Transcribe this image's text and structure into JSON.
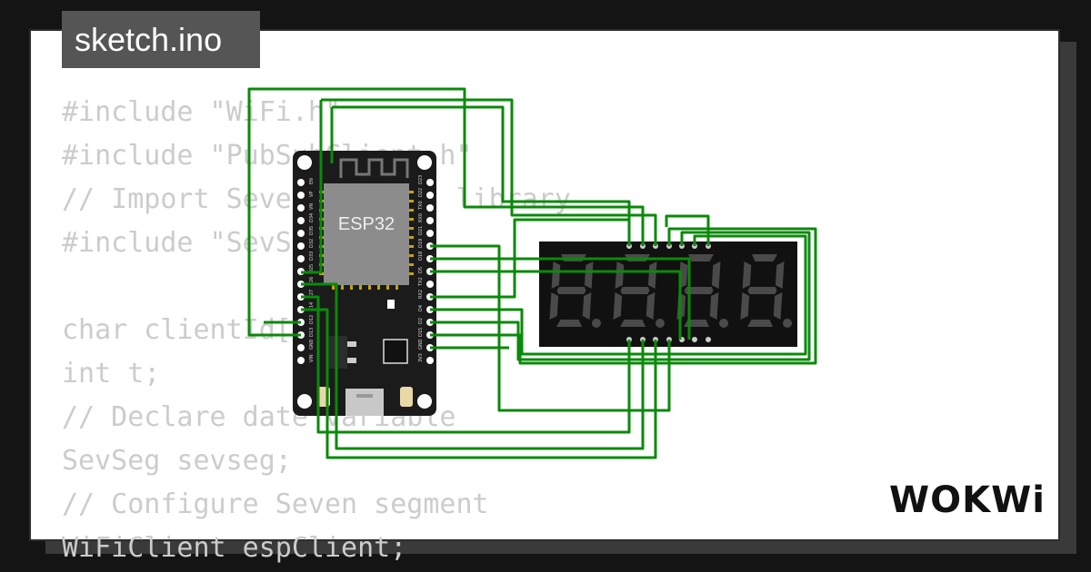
{
  "file_tab": {
    "label": "sketch.ino"
  },
  "code_lines": [
    "#include \"WiFi.h\"",
    "#include \"PubSubClient.h\"",
    "// Import Seven segment library",
    "#include \"SevSeg.h\"",
    "",
    "char clientId[50];",
    "int t;",
    "// Declare date variable",
    "SevSeg sevseg;",
    "// Configure Seven segment",
    "WiFiClient espClient;"
  ],
  "board": {
    "chip_label": "ESP32",
    "left_pins": [
      "EN",
      "VP",
      "VN",
      "D34",
      "D35",
      "D32",
      "D33",
      "D25",
      "D26",
      "D27",
      "D14",
      "D12",
      "D13",
      "GND",
      "VIN"
    ],
    "right_pins": [
      "D23",
      "D22",
      "TX0",
      "RX0",
      "D21",
      "D19",
      "D18",
      "D5",
      "TX2",
      "RX2",
      "D4",
      "D2",
      "D15",
      "GND",
      "3V3"
    ]
  },
  "display": {
    "digit_count": 4,
    "colors": {
      "body": "#111111",
      "segment_off": "#4a4a4a"
    }
  },
  "brand": {
    "logo_text": "WOKWi"
  },
  "colors": {
    "wire": "#0a8a0a",
    "board": "#1b1b1b",
    "chip": "#8c8c8c",
    "card": "#ffffff",
    "background": "#141414"
  }
}
